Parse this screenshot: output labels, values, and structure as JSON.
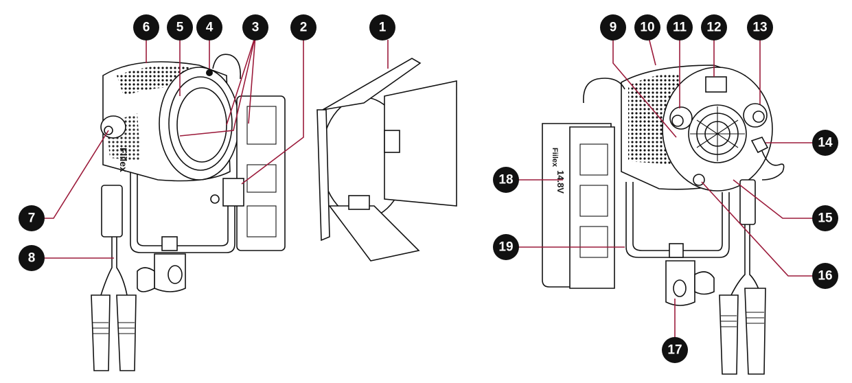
{
  "figure": {
    "brand_text": "Fiilex",
    "battery_text": "14.8V"
  },
  "callouts": [
    {
      "num": "1"
    },
    {
      "num": "2"
    },
    {
      "num": "3"
    },
    {
      "num": "4"
    },
    {
      "num": "5"
    },
    {
      "num": "6"
    },
    {
      "num": "7"
    },
    {
      "num": "8"
    },
    {
      "num": "9"
    },
    {
      "num": "10"
    },
    {
      "num": "11"
    },
    {
      "num": "12"
    },
    {
      "num": "13"
    },
    {
      "num": "14"
    },
    {
      "num": "15"
    },
    {
      "num": "16"
    },
    {
      "num": "17"
    },
    {
      "num": "18"
    },
    {
      "num": "19"
    }
  ],
  "colors": {
    "badge": "#111111",
    "badge_text": "#ffffff",
    "leader": "#9b1a3a",
    "outline": "#111111"
  }
}
